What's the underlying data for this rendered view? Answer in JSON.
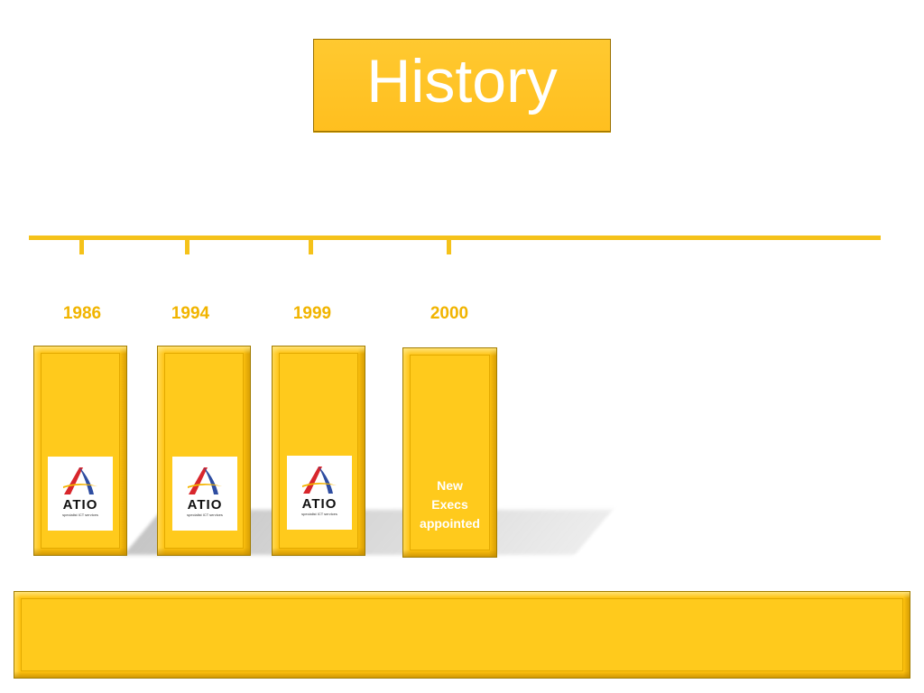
{
  "title": "History",
  "colors": {
    "accent": "#ffc20e",
    "year_text": "#f1b400",
    "line": "#f5c21a"
  },
  "milestones": [
    {
      "year": "1986",
      "logo": {
        "icon": "atio-logo-icon",
        "word": "ATIO",
        "tagline": "specialist ICT services"
      }
    },
    {
      "year": "1994",
      "logo": {
        "icon": "atio-logo-icon",
        "word": "ATIO",
        "tagline": "specialist ICT services"
      }
    },
    {
      "year": "1999",
      "logo": {
        "icon": "atio-logo-icon",
        "word": "ATIO",
        "tagline": "specialist ICT services"
      }
    },
    {
      "year": "2000",
      "text_lines": [
        "New",
        "Execs",
        "appointed"
      ]
    }
  ]
}
